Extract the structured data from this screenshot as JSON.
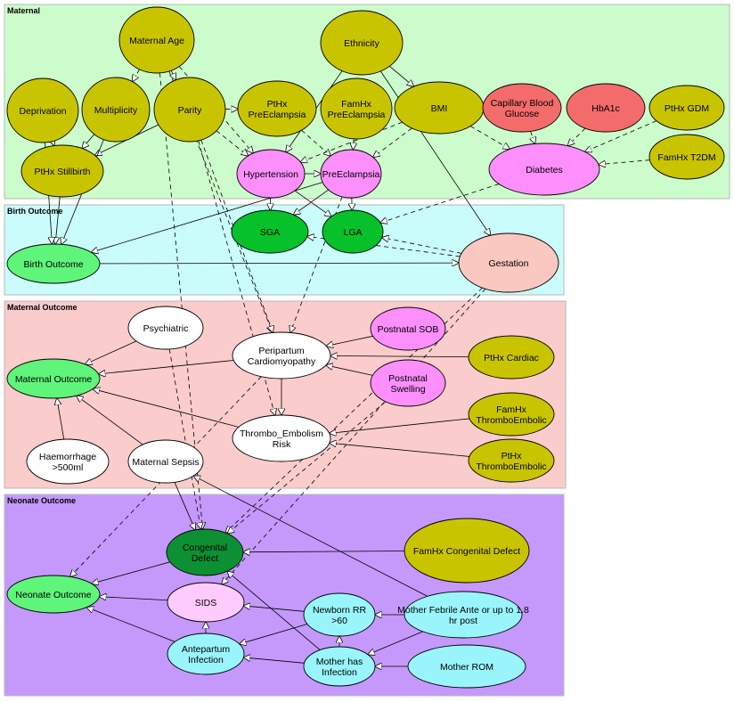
{
  "colors": {
    "olive": "#c9c400",
    "red": "#f46b6b",
    "magenta": "#fc8ffc",
    "green": "#07c12a",
    "light_green": "#5ff47a",
    "dark_green": "#0d8f33",
    "peach": "#f9c8c0",
    "white": "#ffffff",
    "light_pink": "#fdcbfd",
    "cyan": "#99f5fb",
    "group_maternal": "#ccfccc",
    "group_birth": "#cafcfc",
    "group_maternal_outcome": "#fbcccc",
    "group_neonate": "#c499fb"
  },
  "groups": [
    {
      "id": "g_maternal",
      "title": "Maternal",
      "color": "group_maternal"
    },
    {
      "id": "g_birth",
      "title": "Birth Outcome",
      "color": "group_birth"
    },
    {
      "id": "g_mout",
      "title": "Maternal Outcome",
      "color": "group_maternal_outcome"
    },
    {
      "id": "g_neonate",
      "title": "Neonate Outcome",
      "color": "group_neonate"
    }
  ],
  "nodes": [
    {
      "id": "maternal_age",
      "lines": [
        "Maternal Age"
      ],
      "color": "olive"
    },
    {
      "id": "ethnicity",
      "lines": [
        "Ethnicity"
      ],
      "color": "olive"
    },
    {
      "id": "deprivation",
      "lines": [
        "Deprivation"
      ],
      "color": "olive"
    },
    {
      "id": "multiplicity",
      "lines": [
        "Multiplicity"
      ],
      "color": "olive"
    },
    {
      "id": "parity",
      "lines": [
        "Parity"
      ],
      "color": "olive"
    },
    {
      "id": "pthx_preeclampsia",
      "lines": [
        "PtHx",
        "PreEclampsia"
      ],
      "color": "olive"
    },
    {
      "id": "famhx_preeclampsia",
      "lines": [
        "FamHx",
        "PreEclampsia"
      ],
      "color": "olive"
    },
    {
      "id": "bmi",
      "lines": [
        "BMI"
      ],
      "color": "olive"
    },
    {
      "id": "capillary_glucose",
      "lines": [
        "Capillary Blood",
        "Glucose"
      ],
      "color": "red"
    },
    {
      "id": "hba1c",
      "lines": [
        "HbA1c"
      ],
      "color": "red"
    },
    {
      "id": "pthx_gdm",
      "lines": [
        "PtHx GDM"
      ],
      "color": "olive"
    },
    {
      "id": "pthx_stillbirth",
      "lines": [
        "PtHx Stillbirth"
      ],
      "color": "olive"
    },
    {
      "id": "hypertension",
      "lines": [
        "Hypertension"
      ],
      "color": "magenta"
    },
    {
      "id": "preeclampsia",
      "lines": [
        "PreEclampsia"
      ],
      "color": "magenta"
    },
    {
      "id": "diabetes",
      "lines": [
        "Diabetes"
      ],
      "color": "magenta"
    },
    {
      "id": "famhx_t2dm",
      "lines": [
        "FamHx T2DM"
      ],
      "color": "olive"
    },
    {
      "id": "sga",
      "lines": [
        "SGA"
      ],
      "color": "green"
    },
    {
      "id": "lga",
      "lines": [
        "LGA"
      ],
      "color": "green"
    },
    {
      "id": "birth_outcome",
      "lines": [
        "Birth Outcome"
      ],
      "color": "light_green"
    },
    {
      "id": "gestation",
      "lines": [
        "Gestation"
      ],
      "color": "peach"
    },
    {
      "id": "psychiatric",
      "lines": [
        "Psychiatric"
      ],
      "color": "white"
    },
    {
      "id": "postnatal_sob",
      "lines": [
        "Postnatal SOB"
      ],
      "color": "magenta"
    },
    {
      "id": "peripartum_cm",
      "lines": [
        "Peripartum",
        "Cardiomyopathy"
      ],
      "color": "white"
    },
    {
      "id": "pthx_cardiac",
      "lines": [
        "PtHx Cardiac"
      ],
      "color": "olive"
    },
    {
      "id": "maternal_outcome",
      "lines": [
        "Maternal Outcome"
      ],
      "color": "light_green"
    },
    {
      "id": "postnatal_swelling",
      "lines": [
        "Postnatal",
        "Swelling"
      ],
      "color": "magenta"
    },
    {
      "id": "famhx_te",
      "lines": [
        "FamHx",
        "ThromboEmbolic"
      ],
      "color": "olive"
    },
    {
      "id": "thrombo_risk",
      "lines": [
        "Thrombo_Embolism",
        "Risk"
      ],
      "color": "white"
    },
    {
      "id": "haemorrhage",
      "lines": [
        "Haemorrhage",
        ">500ml"
      ],
      "color": "white"
    },
    {
      "id": "maternal_sepsis",
      "lines": [
        "Maternal Sepsis"
      ],
      "color": "white"
    },
    {
      "id": "pthx_te",
      "lines": [
        "PtHx",
        "ThromboEmbolic"
      ],
      "color": "olive"
    },
    {
      "id": "congenital_defect",
      "lines": [
        "Congenital",
        "Defect"
      ],
      "color": "dark_green"
    },
    {
      "id": "famhx_congenital",
      "lines": [
        "FamHx Congenital Defect"
      ],
      "color": "olive"
    },
    {
      "id": "neonate_outcome",
      "lines": [
        "Neonate Outcome"
      ],
      "color": "light_green"
    },
    {
      "id": "sids",
      "lines": [
        "SIDS"
      ],
      "color": "light_pink"
    },
    {
      "id": "newborn_rr",
      "lines": [
        "Newborn RR",
        ">60"
      ],
      "color": "cyan"
    },
    {
      "id": "mother_febrile",
      "lines": [
        "Mother Febrile Ante or up to 1.8",
        "hr post"
      ],
      "color": "cyan"
    },
    {
      "id": "antepartum_infection",
      "lines": [
        "Antepartum",
        "Infection"
      ],
      "color": "cyan"
    },
    {
      "id": "mother_infection",
      "lines": [
        "Mother has",
        "Infection"
      ],
      "color": "cyan"
    },
    {
      "id": "mother_rom",
      "lines": [
        "Mother ROM"
      ],
      "color": "cyan"
    }
  ],
  "edges": [
    {
      "from": "maternal_age",
      "to": "multiplicity",
      "style": "dashed"
    },
    {
      "from": "maternal_age",
      "to": "parity",
      "style": "dashed"
    },
    {
      "from": "maternal_age",
      "to": "hypertension",
      "style": "dashed"
    },
    {
      "from": "maternal_age",
      "to": "congenital_defect",
      "style": "dashed"
    },
    {
      "from": "maternal_age",
      "to": "peripartum_cm",
      "style": "dashed"
    },
    {
      "from": "ethnicity",
      "to": "bmi",
      "style": "solid"
    },
    {
      "from": "ethnicity",
      "to": "hypertension",
      "style": "solid"
    },
    {
      "from": "ethnicity",
      "to": "gestation",
      "style": "solid"
    },
    {
      "from": "deprivation",
      "to": "pthx_stillbirth",
      "style": "solid"
    },
    {
      "from": "multiplicity",
      "to": "pthx_stillbirth",
      "style": "solid"
    },
    {
      "from": "parity",
      "to": "pthx_stillbirth",
      "style": "solid"
    },
    {
      "from": "parity",
      "to": "pthx_preeclampsia",
      "style": "dashed"
    },
    {
      "from": "parity",
      "to": "hypertension",
      "style": "dashed"
    },
    {
      "from": "parity",
      "to": "peripartum_cm",
      "style": "dashed"
    },
    {
      "from": "parity",
      "to": "thrombo_risk",
      "style": "dashed"
    },
    {
      "from": "pthx_preeclampsia",
      "to": "preeclampsia",
      "style": "dashed"
    },
    {
      "from": "famhx_preeclampsia",
      "to": "preeclampsia",
      "style": "dashed"
    },
    {
      "from": "bmi",
      "to": "preeclampsia",
      "style": "dashed"
    },
    {
      "from": "bmi",
      "to": "hypertension",
      "style": "dashed"
    },
    {
      "from": "bmi",
      "to": "diabetes",
      "style": "dashed"
    },
    {
      "from": "capillary_glucose",
      "to": "diabetes",
      "style": "dashed"
    },
    {
      "from": "hba1c",
      "to": "diabetes",
      "style": "dashed"
    },
    {
      "from": "pthx_gdm",
      "to": "diabetes",
      "style": "dashed"
    },
    {
      "from": "famhx_t2dm",
      "to": "diabetes",
      "style": "dashed"
    },
    {
      "from": "pthx_stillbirth",
      "to": "birth_outcome",
      "style": "solid"
    },
    {
      "from": "deprivation",
      "to": "birth_outcome",
      "style": "solid"
    },
    {
      "from": "multiplicity",
      "to": "birth_outcome",
      "style": "solid"
    },
    {
      "from": "hypertension",
      "to": "preeclampsia",
      "style": "solid"
    },
    {
      "from": "hypertension",
      "to": "sga",
      "style": "solid"
    },
    {
      "from": "hypertension",
      "to": "lga",
      "style": "solid"
    },
    {
      "from": "preeclampsia",
      "to": "sga",
      "style": "solid"
    },
    {
      "from": "preeclampsia",
      "to": "lga",
      "style": "solid"
    },
    {
      "from": "preeclampsia",
      "to": "birth_outcome",
      "style": "solid"
    },
    {
      "from": "preeclampsia",
      "to": "peripartum_cm",
      "style": "dashed"
    },
    {
      "from": "diabetes",
      "to": "lga",
      "style": "dashed"
    },
    {
      "from": "gestation",
      "to": "sga",
      "style": "dashed"
    },
    {
      "from": "gestation",
      "to": "lga",
      "style": "dashed"
    },
    {
      "from": "gestation",
      "to": "congenital_defect",
      "style": "dashed"
    },
    {
      "from": "gestation",
      "to": "sids",
      "style": "dashed"
    },
    {
      "from": "birth_outcome",
      "to": "gestation",
      "style": "solid"
    },
    {
      "from": "psychiatric",
      "to": "maternal_outcome",
      "style": "solid"
    },
    {
      "from": "peripartum_cm",
      "to": "maternal_outcome",
      "style": "solid"
    },
    {
      "from": "peripartum_cm",
      "to": "thrombo_risk",
      "style": "solid"
    },
    {
      "from": "peripartum_cm",
      "to": "neonate_outcome",
      "style": "dashed"
    },
    {
      "from": "postnatal_sob",
      "to": "peripartum_cm",
      "style": "solid"
    },
    {
      "from": "postnatal_swelling",
      "to": "peripartum_cm",
      "style": "solid"
    },
    {
      "from": "postnatal_swelling",
      "to": "congenital_defect",
      "style": "dashed"
    },
    {
      "from": "pthx_cardiac",
      "to": "peripartum_cm",
      "style": "solid"
    },
    {
      "from": "thrombo_risk",
      "to": "maternal_outcome",
      "style": "solid"
    },
    {
      "from": "famhx_te",
      "to": "thrombo_risk",
      "style": "solid"
    },
    {
      "from": "pthx_te",
      "to": "thrombo_risk",
      "style": "solid"
    },
    {
      "from": "haemorrhage",
      "to": "maternal_outcome",
      "style": "solid"
    },
    {
      "from": "maternal_sepsis",
      "to": "maternal_outcome",
      "style": "solid"
    },
    {
      "from": "psychiatric",
      "to": "congenital_defect",
      "style": "dashed"
    },
    {
      "from": "maternal_sepsis",
      "to": "congenital_defect",
      "style": "solid"
    },
    {
      "from": "congenital_defect",
      "to": "neonate_outcome",
      "style": "solid"
    },
    {
      "from": "famhx_congenital",
      "to": "congenital_defect",
      "style": "solid"
    },
    {
      "from": "mother_febrile",
      "to": "maternal_sepsis",
      "style": "solid"
    },
    {
      "from": "mother_febrile",
      "to": "newborn_rr",
      "style": "solid"
    },
    {
      "from": "mother_febrile",
      "to": "mother_infection",
      "style": "solid"
    },
    {
      "from": "mother_infection",
      "to": "congenital_defect",
      "style": "solid"
    },
    {
      "from": "mother_infection",
      "to": "newborn_rr",
      "style": "solid"
    },
    {
      "from": "mother_infection",
      "to": "antepartum_infection",
      "style": "solid"
    },
    {
      "from": "mother_rom",
      "to": "mother_infection",
      "style": "solid"
    },
    {
      "from": "newborn_rr",
      "to": "sids",
      "style": "solid"
    },
    {
      "from": "newborn_rr",
      "to": "antepartum_infection",
      "style": "solid"
    },
    {
      "from": "sids",
      "to": "neonate_outcome",
      "style": "solid"
    },
    {
      "from": "antepartum_infection",
      "to": "neonate_outcome",
      "style": "solid"
    },
    {
      "from": "antepartum_infection",
      "to": "sids",
      "style": "solid"
    }
  ]
}
